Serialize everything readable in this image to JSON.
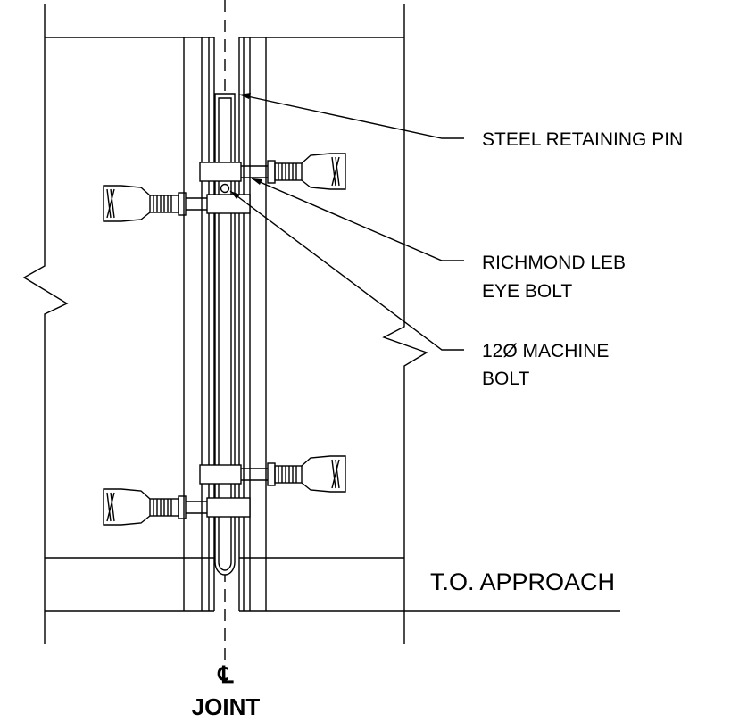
{
  "callouts": {
    "retaining_pin": "STEEL RETAINING PIN",
    "eye_bolt_line1": "RICHMOND LEB",
    "eye_bolt_line2": "EYE BOLT",
    "machine_bolt_line1": "12Ø MACHINE",
    "machine_bolt_line2": "BOLT"
  },
  "levels": {
    "approach": "T.O. APPROACH"
  },
  "centerline": {
    "symbol": "℄",
    "label": "JOINT"
  },
  "colors": {
    "line": "#000000",
    "background": "#ffffff"
  }
}
